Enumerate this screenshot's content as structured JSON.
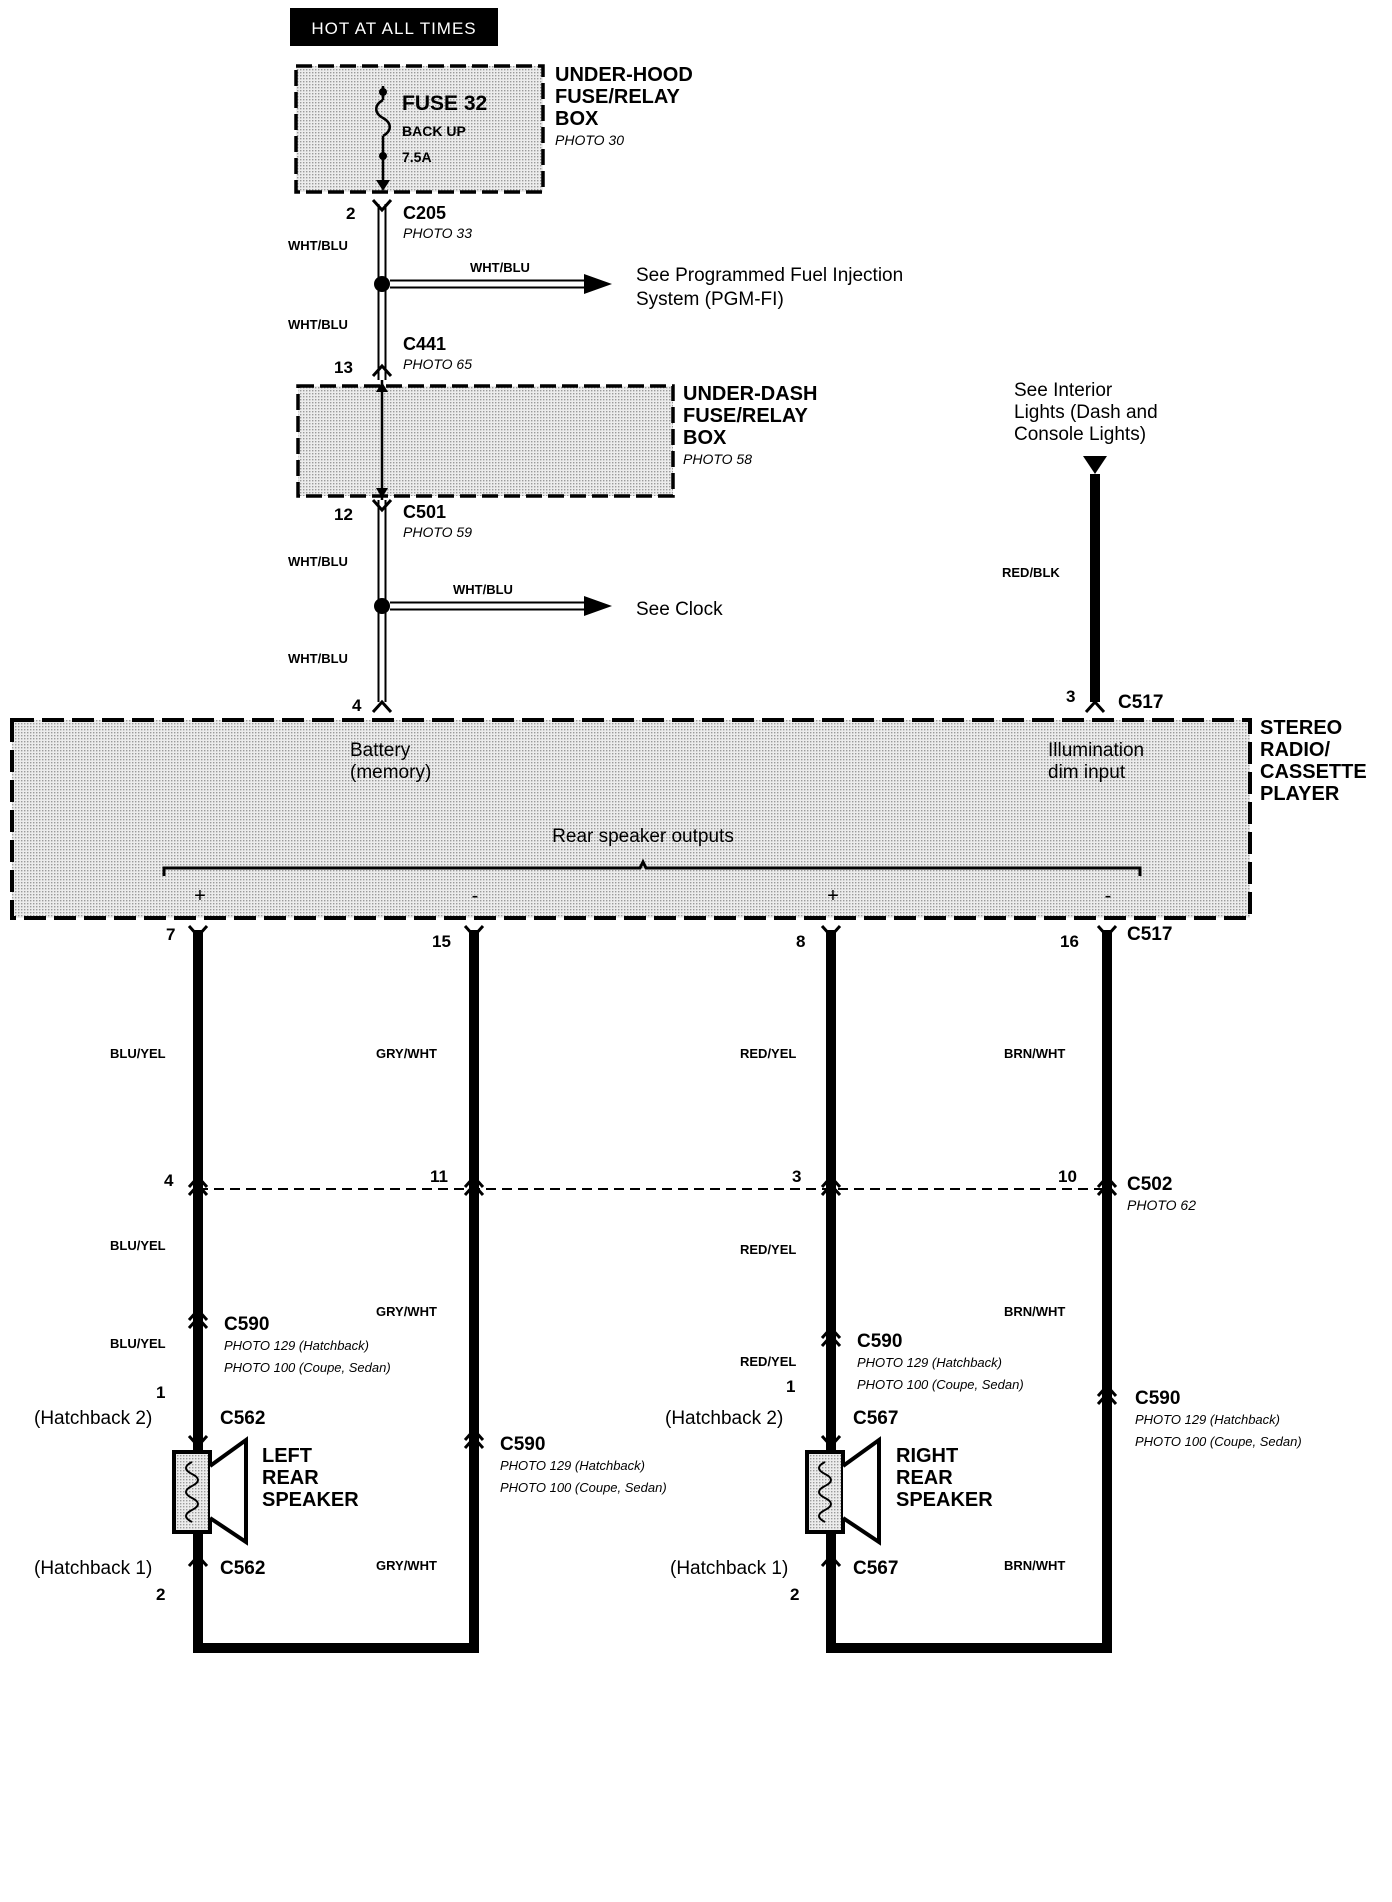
{
  "header": {
    "hot_label": "HOT AT ALL TIMES"
  },
  "underhood_box": {
    "title": [
      "UNDER-HOOD",
      "FUSE/RELAY",
      "BOX"
    ],
    "photo": "PHOTO 30",
    "fuse_name": "FUSE 32",
    "fuse_desc": "BACK UP",
    "fuse_rating": "7.5A"
  },
  "underdash_box": {
    "title": [
      "UNDER-DASH",
      "FUSE/RELAY",
      "BOX"
    ],
    "photo": "PHOTO 58"
  },
  "stereo": {
    "title": [
      "STEREO",
      "RADIO/",
      "CASSETTE",
      "PLAYER"
    ],
    "battery_label": [
      "Battery",
      "(memory)"
    ],
    "illum_label": [
      "Illumination",
      "dim input"
    ],
    "rear_outputs": "Rear speaker outputs",
    "polarity": [
      "+",
      "-",
      "+",
      "-"
    ]
  },
  "connectors": {
    "c205": {
      "name": "C205",
      "photo": "PHOTO 33",
      "pin": "2"
    },
    "c441": {
      "name": "C441",
      "photo": "PHOTO 65",
      "pin": "13"
    },
    "c501": {
      "name": "C501",
      "photo": "PHOTO 59",
      "pin": "12"
    },
    "c517_top": {
      "name": "C517",
      "pin_battery": "4",
      "pin_illum": "3"
    },
    "c517_bottom": {
      "name": "C517",
      "pins": [
        "7",
        "15",
        "8",
        "16"
      ]
    },
    "c502": {
      "name": "C502",
      "photo": "PHOTO 62",
      "pins": [
        "4",
        "11",
        "3",
        "10"
      ]
    },
    "c590": {
      "name": "C590",
      "photo_hatch": "PHOTO 129 (Hatchback)",
      "photo_coupe": "PHOTO 100 (Coupe, Sedan)"
    },
    "c562": {
      "name": "C562",
      "pin_top": "1",
      "pin_bottom": "2",
      "variant_top": "(Hatchback 2)",
      "variant_bottom": "(Hatchback 1)"
    },
    "c567": {
      "name": "C567",
      "pin_top": "1",
      "pin_bottom": "2",
      "variant_top": "(Hatchback 2)",
      "variant_bottom": "(Hatchback 1)"
    }
  },
  "wires": {
    "wht_blu": "WHT/BLU",
    "red_blk": "RED/BLK",
    "blu_yel": "BLU/YEL",
    "gry_wht": "GRY/WHT",
    "red_yel": "RED/YEL",
    "brn_wht": "BRN/WHT"
  },
  "references": {
    "pgmfi": [
      "See Programmed Fuel Injection",
      "System (PGM-FI)"
    ],
    "clock": "See Clock",
    "interior": [
      "See Interior",
      "Lights (Dash and",
      "Console Lights)"
    ]
  },
  "speakers": {
    "left": [
      "LEFT",
      "REAR",
      "SPEAKER"
    ],
    "right": [
      "RIGHT",
      "REAR",
      "SPEAKER"
    ]
  }
}
